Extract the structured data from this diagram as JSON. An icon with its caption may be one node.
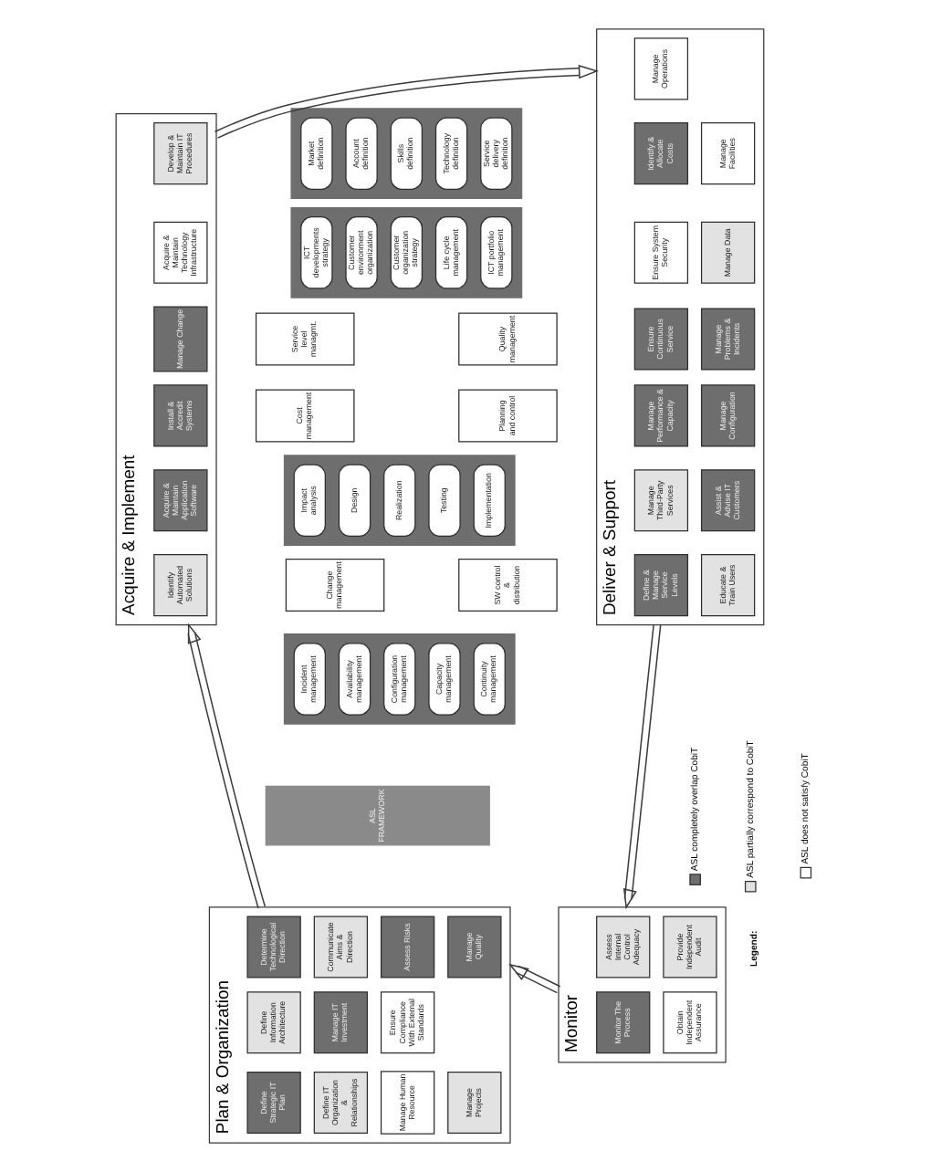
{
  "diagram": {
    "nodes": [
      {
        "text": [
          "Plan & Organization"
        ]
      },
      {
        "text": [
          "Define Strategic IT Plan"
        ],
        "in": 0
      },
      {
        "text": [
          "Define Information Architecture"
        ],
        "in": 0
      },
      {
        "text": [
          "Determine Technological Direction"
        ],
        "in": 0
      },
      {
        "text": [
          "Define IT Organization & Relationships"
        ],
        "in": 0
      },
      {
        "text": [
          "Manage IT Investment"
        ],
        "in": 0
      },
      {
        "text": [
          "Communicate Aims & Direction"
        ],
        "in": 0
      },
      {
        "text": [
          "Manage Human Resource"
        ],
        "in": 0
      },
      {
        "text": [
          "Ensure Compliance With External Standards"
        ],
        "in": 0
      },
      {
        "text": [
          "Assess Risks"
        ],
        "in": 0
      },
      {
        "text": [
          "Manage Projects"
        ],
        "in": 0
      },
      {
        "text": [
          "Manage Quality"
        ],
        "in": 0
      },
      {
        "text": [
          "Acquire & Implement"
        ]
      },
      {
        "text": [
          "Identify Automated Solutions"
        ],
        "in": 12
      },
      {
        "text": [
          "Acquire & Maintain Application Software"
        ],
        "in": 12
      },
      {
        "text": [
          "Install & Accredit Systems"
        ],
        "in": 12
      },
      {
        "text": [
          "Manage Change"
        ],
        "in": 12
      },
      {
        "text": [
          "Acquire & Maintain Technology Infrastructure"
        ],
        "in": 12
      },
      {
        "text": [
          "Develop & Maintain IT Procedures"
        ],
        "in": 12
      },
      {
        "text": [
          "ASL FRAMEWORK"
        ]
      },
      {
        "text": [],
        "shape": "box"
      },
      {
        "text": [
          "Incident management"
        ],
        "in": 20
      },
      {
        "text": [
          "Availability management"
        ],
        "in": 20
      },
      {
        "text": [
          "Configuration management"
        ],
        "in": 20
      },
      {
        "text": [
          "Capacity management"
        ],
        "in": 20
      },
      {
        "text": [
          "Continuity management"
        ],
        "in": 20
      },
      {
        "text": [
          "Change management"
        ]
      },
      {
        "text": [
          "SW control & distribution"
        ]
      },
      {
        "text": [],
        "shape": "box"
      },
      {
        "text": [
          "Impact analysis"
        ],
        "in": 28
      },
      {
        "text": [
          "Design"
        ],
        "in": 28
      },
      {
        "text": [
          "Realization"
        ],
        "in": 28
      },
      {
        "text": [
          "Testing"
        ],
        "in": 28
      },
      {
        "text": [
          "Implementation"
        ],
        "in": 28
      },
      {
        "text": [
          "Cost management"
        ]
      },
      {
        "text": [
          "Service level managmt."
        ]
      },
      {
        "text": [
          "Planning and control"
        ]
      },
      {
        "text": [
          "Quality management"
        ]
      },
      {
        "text": [],
        "shape": "box"
      },
      {
        "text": [
          "ICT developments strategy"
        ],
        "in": 38
      },
      {
        "text": [
          "Customer environment organization"
        ],
        "in": 38
      },
      {
        "text": [
          "Customer organization strategy"
        ],
        "in": 38
      },
      {
        "text": [
          "Life cycle management"
        ],
        "in": 38
      },
      {
        "text": [
          "ICT portfolio management"
        ],
        "in": 38
      },
      {
        "text": [],
        "shape": "box"
      },
      {
        "text": [
          "Market definition"
        ],
        "in": 44
      },
      {
        "text": [
          "Account definition"
        ],
        "in": 44
      },
      {
        "text": [
          "Skills definition"
        ],
        "in": 44
      },
      {
        "text": [
          "Technology definition"
        ],
        "in": 44
      },
      {
        "text": [
          "Service delivery definition"
        ],
        "in": 44
      },
      {
        "text": [
          "Deliver & Support"
        ]
      },
      {
        "text": [
          "Define & Manage Service Levels"
        ],
        "in": 50
      },
      {
        "text": [
          "Manage Third-Party Services"
        ],
        "in": 50
      },
      {
        "text": [
          "Manage Performance & Capacity"
        ],
        "in": 50
      },
      {
        "text": [
          "Ensure Continuous Service"
        ],
        "in": 50
      },
      {
        "text": [
          "Ensure System Security"
        ],
        "in": 50
      },
      {
        "text": [
          "Identify & Allocate Costs"
        ],
        "in": 50
      },
      {
        "text": [
          "Manage Operations"
        ],
        "in": 50
      },
      {
        "text": [
          "Educate & Train Users"
        ],
        "in": 50
      },
      {
        "text": [
          "Assist & Advise IT Customers"
        ],
        "in": 50
      },
      {
        "text": [
          "Manage Configuration"
        ],
        "in": 50
      },
      {
        "text": [
          "Manage Problems & Incidents"
        ],
        "in": 50
      },
      {
        "text": [
          "Manage Data"
        ],
        "in": 50
      },
      {
        "text": [
          "Manage Facilities"
        ],
        "in": 50
      },
      {
        "text": [
          "Monitor"
        ]
      },
      {
        "text": [
          "Monitor The Process"
        ],
        "in": 64
      },
      {
        "text": [
          "Assess Internal Control Adequacy"
        ],
        "in": 64
      },
      {
        "text": [
          "Obtain Independent Assurance"
        ],
        "in": 64
      },
      {
        "text": [
          "Provide Independent Audit"
        ],
        "in": 64
      }
    ],
    "edges": [
      {
        "from": 0,
        "to": 12,
        "arrow": "to"
      },
      {
        "from": 12,
        "to": 50,
        "arrow": "to"
      },
      {
        "from": 50,
        "to": 64,
        "arrow": "to"
      },
      {
        "from": 64,
        "to": 0,
        "arrow": "to"
      }
    ],
    "labels": [
      "Legend:"
    ],
    "legend": [
      {
        "text": "ASL completely overlap CobiT",
        "color": "#6e6e6e"
      },
      {
        "text": "ASL partially correspond to CobiT",
        "color": "#e2e2e2"
      },
      {
        "text": "ASL does not satisfy CobiT",
        "color": "#ffffff"
      }
    ]
  }
}
